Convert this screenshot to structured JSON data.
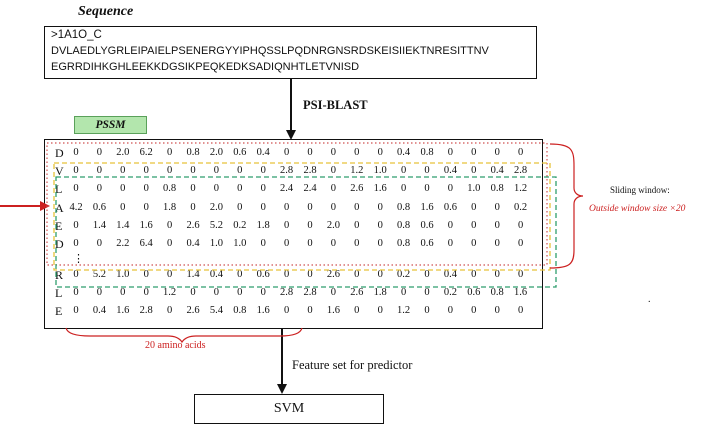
{
  "sequence": {
    "title": "Sequence",
    "id": ">1A1O_C",
    "line1": "DVLAEDLYGRLEIPAIELPSENERGYYIPHQSSLPQDNRGNSRDSKEISIIEKTNRESITTNV",
    "line2": "EGRRDIHKGHLEEKKDGSIKPEQKEDKSADIQNHTLETVNISD"
  },
  "psi_blast_label": "PSI-BLAST",
  "pssm_label": "PSSM",
  "pssm_top_rows": [
    {
      "aa": "D",
      "values": [
        "0",
        "0",
        "2.0",
        "6.2",
        "0",
        "0.8",
        "2.0",
        "0.6",
        "0.4",
        "0",
        "0",
        "0",
        "0",
        "0",
        "0.4",
        "0.8",
        "0",
        "0",
        "0",
        "0"
      ]
    },
    {
      "aa": "V",
      "values": [
        "0",
        "0",
        "0",
        "0",
        "0",
        "0",
        "0",
        "0",
        "0",
        "2.8",
        "2.8",
        "0",
        "1.2",
        "1.0",
        "0",
        "0",
        "0.4",
        "0",
        "0.4",
        "2.8"
      ]
    },
    {
      "aa": "L",
      "values": [
        "0",
        "0",
        "0",
        "0",
        "0.8",
        "0",
        "0",
        "0",
        "0",
        "2.4",
        "2.4",
        "0",
        "2.6",
        "1.6",
        "0",
        "0",
        "0",
        "1.0",
        "0.8",
        "1.2"
      ]
    },
    {
      "aa": "A",
      "values": [
        "4.2",
        "0.6",
        "0",
        "0",
        "1.8",
        "0",
        "2.0",
        "0",
        "0",
        "0",
        "0",
        "0",
        "0",
        "0",
        "0.8",
        "1.6",
        "0.6",
        "0",
        "0",
        "0.2"
      ]
    },
    {
      "aa": "E",
      "values": [
        "0",
        "1.4",
        "1.4",
        "1.6",
        "0",
        "2.6",
        "5.2",
        "0.2",
        "1.8",
        "0",
        "0",
        "2.0",
        "0",
        "0",
        "0.8",
        "0.6",
        "0",
        "0",
        "0",
        "0"
      ]
    },
    {
      "aa": "D",
      "values": [
        "0",
        "0",
        "2.2",
        "6.4",
        "0",
        "0.4",
        "1.0",
        "1.0",
        "0",
        "0",
        "0",
        "0",
        "0",
        "0",
        "0.8",
        "0.6",
        "0",
        "0",
        "0",
        "0"
      ]
    }
  ],
  "pssm_bottom_rows": [
    {
      "aa": "R",
      "values": [
        "0",
        "5.2",
        "1.0",
        "0",
        "0",
        "1.4",
        "0.4",
        "0",
        "0.6",
        "0",
        "0",
        "2.6",
        "0",
        "0",
        "0.2",
        "0",
        "0.4",
        "0",
        "0",
        "0"
      ]
    },
    {
      "aa": "L",
      "values": [
        "0",
        "0",
        "0",
        "0",
        "1.2",
        "0",
        "0",
        "0",
        "0",
        "2.8",
        "2.8",
        "0",
        "2.6",
        "1.8",
        "0",
        "0",
        "0.2",
        "0.6",
        "0.8",
        "1.6"
      ]
    },
    {
      "aa": "E",
      "values": [
        "0",
        "0.4",
        "1.6",
        "2.8",
        "0",
        "2.6",
        "5.4",
        "0.8",
        "1.6",
        "0",
        "0",
        "1.6",
        "0",
        "0",
        "1.2",
        "0",
        "0",
        "0",
        "0",
        "0"
      ]
    }
  ],
  "ellipsis": "⋮",
  "sliding_window": {
    "title": "Sliding window:",
    "outside_label": "Outside window size ×20"
  },
  "amino_acids_label": "20 amino acids",
  "feature_label": "Feature set for predictor",
  "svm_label": "SVM",
  "stray_dot": ".",
  "colors": {
    "pssm_label_bg": "#b3e6ad",
    "red": "#cc2020",
    "yellow_window": "#e6c23a",
    "green_window": "#2f9e6e",
    "red_window": "#d05050"
  }
}
